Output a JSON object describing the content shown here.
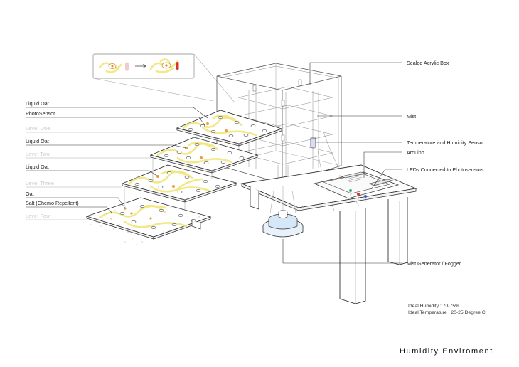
{
  "title": "Humidity Enviroment",
  "labels": {
    "liquid_oat_1": "Liquid Oat",
    "photosensor": "PhotoSensor",
    "liquid_oat_2": "Liquid Oat",
    "liquid_oat_3": "Liquid Oat",
    "oat": "Oat",
    "salt": "Salt (Chemo Repellent)",
    "sealed_box": "Sealed Acrylic Box",
    "mist": "Mist",
    "temp_sensor": "Temperature and Humidity Sensor",
    "arduino": "Arduino",
    "leds": "LEDs Connected to Photosensors",
    "mist_generator": "Mist Generator / Fogger"
  },
  "levels": [
    "Level One",
    "Level Two",
    "Level Three",
    "Level Four"
  ],
  "notes": {
    "humidity": "Ideal Humidity : 70-75%",
    "temperature": "Ideal Temperature : 20-25 Degree C."
  },
  "colors": {
    "mold": "#f1e67a",
    "mold_core": "#e3cf2a",
    "level_text": "#c8c8c8",
    "led_green": "#3cb371",
    "led_red": "#d9342b",
    "led_blue": "#3a5fcd",
    "inset_indicator": "#d9342b"
  }
}
